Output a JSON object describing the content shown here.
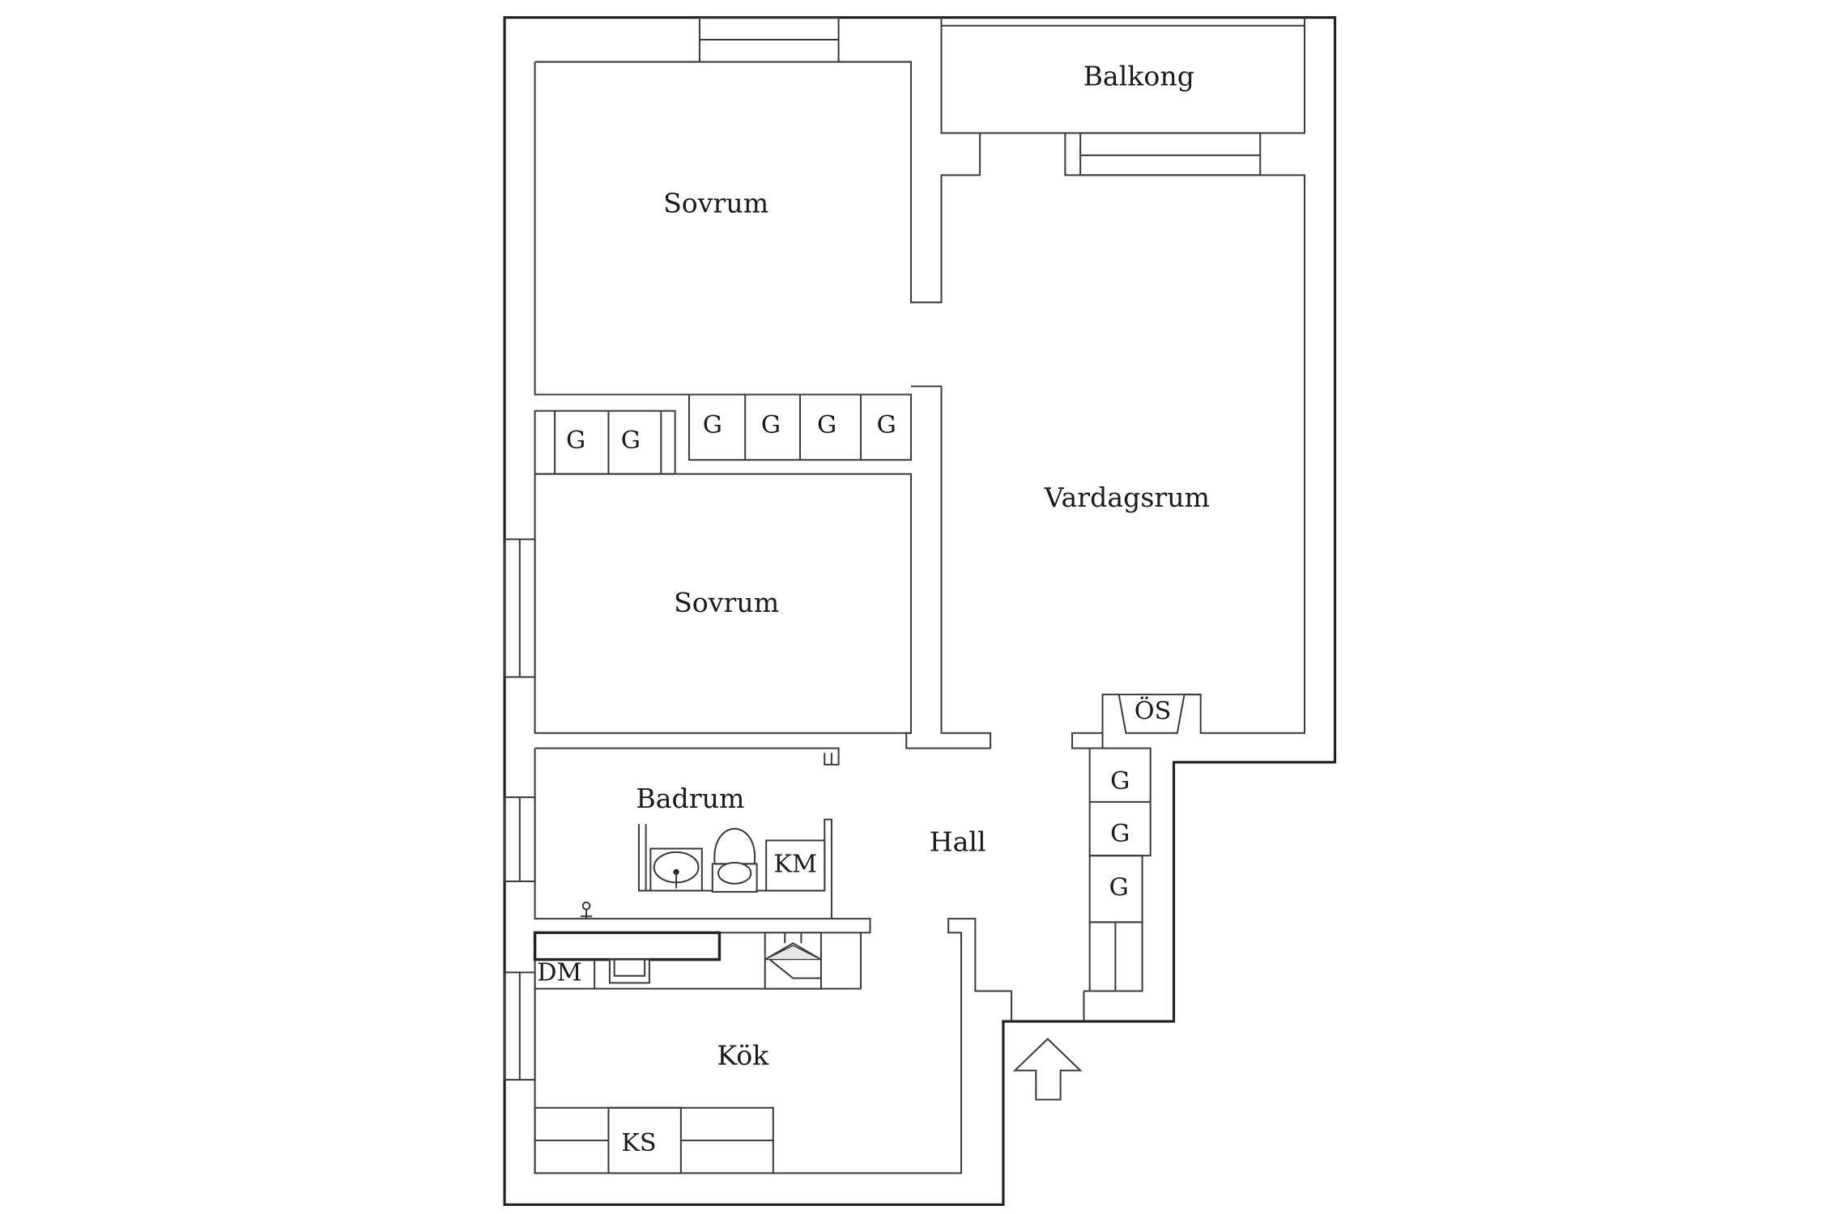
{
  "floorplan": {
    "rooms": {
      "balkong": "Balkong",
      "sovrum_top": "Sovrum",
      "sovrum_mid": "Sovrum",
      "vardagsrum": "Vardagsrum",
      "badrum": "Badrum",
      "hall": "Hall",
      "kok": "Kök"
    },
    "fixtures": {
      "garderob": "G",
      "oppen_spis": "ÖS",
      "tvattmaskin": "KM",
      "diskmaskin": "DM",
      "kylskap": "KS"
    },
    "entrance_icon": "arrow-up-icon"
  }
}
